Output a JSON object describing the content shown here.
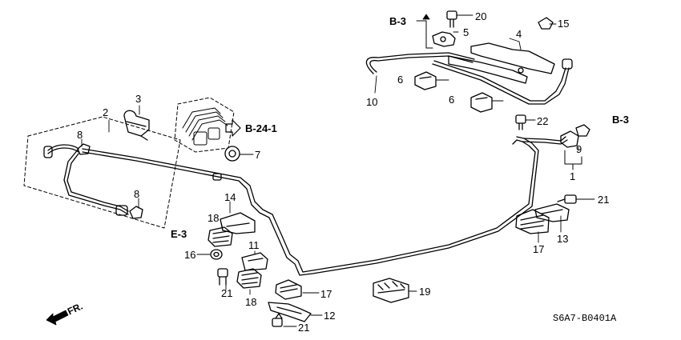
{
  "diagram": {
    "drawing_code": "S6A7-B0401A",
    "front_indicator": "FR.",
    "section_refs": [
      {
        "id": "ref-b3-top",
        "label": "B-3"
      },
      {
        "id": "ref-b3-right",
        "label": "B-3"
      },
      {
        "id": "ref-b24-1",
        "label": "B-24-1"
      },
      {
        "id": "ref-e3",
        "label": "E-3"
      }
    ],
    "callouts": [
      {
        "id": "p1",
        "label": "1"
      },
      {
        "id": "p2",
        "label": "2"
      },
      {
        "id": "p3",
        "label": "3"
      },
      {
        "id": "p4",
        "label": "4"
      },
      {
        "id": "p5",
        "label": "5"
      },
      {
        "id": "p6a",
        "label": "6"
      },
      {
        "id": "p6b",
        "label": "6"
      },
      {
        "id": "p7",
        "label": "7"
      },
      {
        "id": "p8a",
        "label": "8"
      },
      {
        "id": "p8b",
        "label": "8"
      },
      {
        "id": "p9",
        "label": "9"
      },
      {
        "id": "p10",
        "label": "10"
      },
      {
        "id": "p11",
        "label": "11"
      },
      {
        "id": "p12",
        "label": "12"
      },
      {
        "id": "p13",
        "label": "13"
      },
      {
        "id": "p14",
        "label": "14"
      },
      {
        "id": "p15",
        "label": "15"
      },
      {
        "id": "p16",
        "label": "16"
      },
      {
        "id": "p17a",
        "label": "17"
      },
      {
        "id": "p17b",
        "label": "17"
      },
      {
        "id": "p18a",
        "label": "18"
      },
      {
        "id": "p18b",
        "label": "18"
      },
      {
        "id": "p19",
        "label": "19"
      },
      {
        "id": "p20",
        "label": "20"
      },
      {
        "id": "p21a",
        "label": "21"
      },
      {
        "id": "p21b",
        "label": "21"
      },
      {
        "id": "p21c",
        "label": "21"
      },
      {
        "id": "p22",
        "label": "22"
      }
    ]
  }
}
